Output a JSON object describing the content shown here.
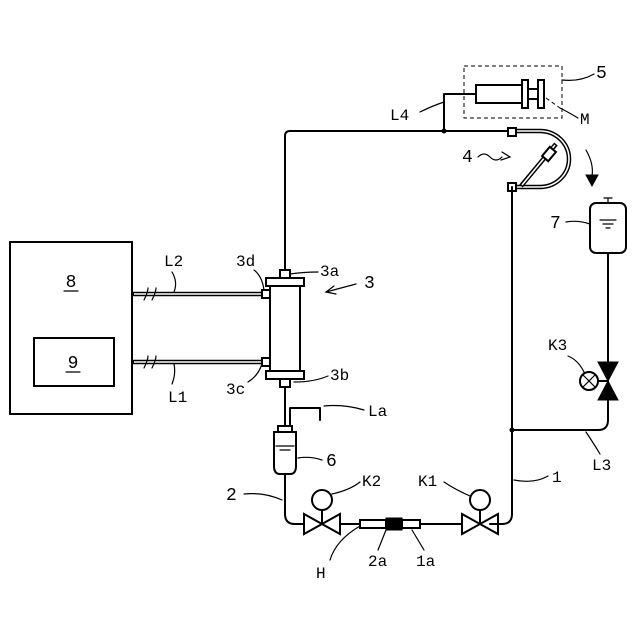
{
  "diagram": {
    "labels": {
      "n8": "8",
      "n9": "9",
      "L2": "L2",
      "L1": "L1",
      "n3": "3",
      "n3a": "3a",
      "n3b": "3b",
      "n3c": "3c",
      "n3d": "3d",
      "La": "La",
      "n6": "6",
      "n2": "2",
      "K2": "K2",
      "K1": "K1",
      "n1": "1",
      "H": "H",
      "n2a": "2a",
      "n1a": "1a",
      "L4": "L4",
      "n5": "5",
      "M": "M",
      "n4": "4",
      "n7": "7",
      "K3": "K3",
      "L3": "L3"
    }
  }
}
